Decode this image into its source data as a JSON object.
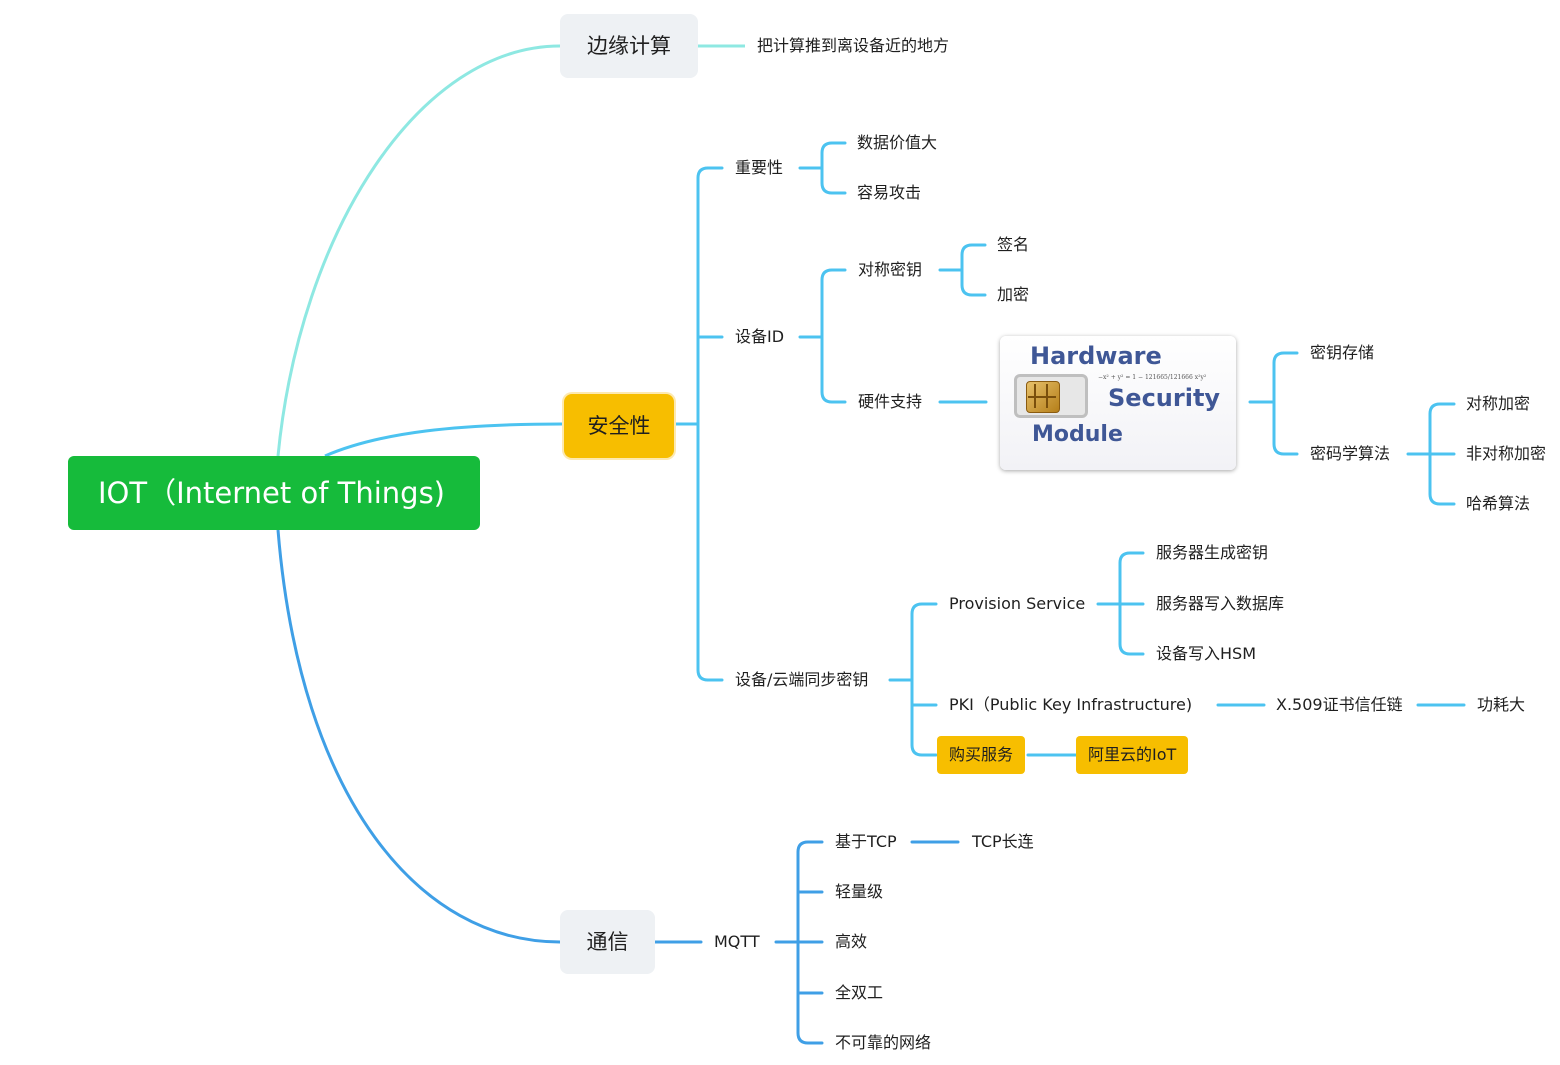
{
  "root": {
    "label": "IOT（Internet of Things)"
  },
  "edge": {
    "label": "边缘计算",
    "child": "把计算推到离设备近的地方"
  },
  "security": {
    "label": "安全性",
    "importance": {
      "label": "重要性",
      "items": [
        "数据价值大",
        "容易攻击"
      ]
    },
    "device_id": {
      "label": "设备ID",
      "symmetric_key": {
        "label": "对称密钥",
        "items": [
          "签名",
          "加密"
        ]
      },
      "hardware": {
        "label": "硬件支持",
        "image": {
          "line1": "Hardware",
          "line2": "Security",
          "line3": "Module",
          "formula": "−x² + y² = 1 − 121665/121666 x²y²"
        },
        "key_storage": "密钥存储",
        "crypto": {
          "label": "密码学算法",
          "items": [
            "对称加密",
            "非对称加密",
            "哈希算法"
          ]
        }
      }
    },
    "sync": {
      "label": "设备/云端同步密钥",
      "provision": {
        "label": "Provision Service",
        "items": [
          "服务器生成密钥",
          "服务器写入数据库",
          "设备写入HSM"
        ]
      },
      "pki": {
        "label": "PKI（Public Key Infrastructure)",
        "child": "X.509证书信任链",
        "grandchild": "功耗大"
      },
      "buy": {
        "label": "购买服务",
        "child": "阿里云的IoT"
      }
    }
  },
  "comm": {
    "label": "通信",
    "mqtt": {
      "label": "MQTT",
      "tcp": {
        "label": "基于TCP",
        "child": "TCP长连"
      },
      "items": [
        "轻量级",
        "高效",
        "全双工",
        "不可靠的网络"
      ]
    }
  },
  "colors": {
    "root_bg": "#16bb3b",
    "highlight": "#f7be00",
    "topic_bg": "#eef1f4",
    "line_edge": "#8ee8e2",
    "line_security": "#4cc3f0",
    "line_comm": "#3f9fe6"
  }
}
